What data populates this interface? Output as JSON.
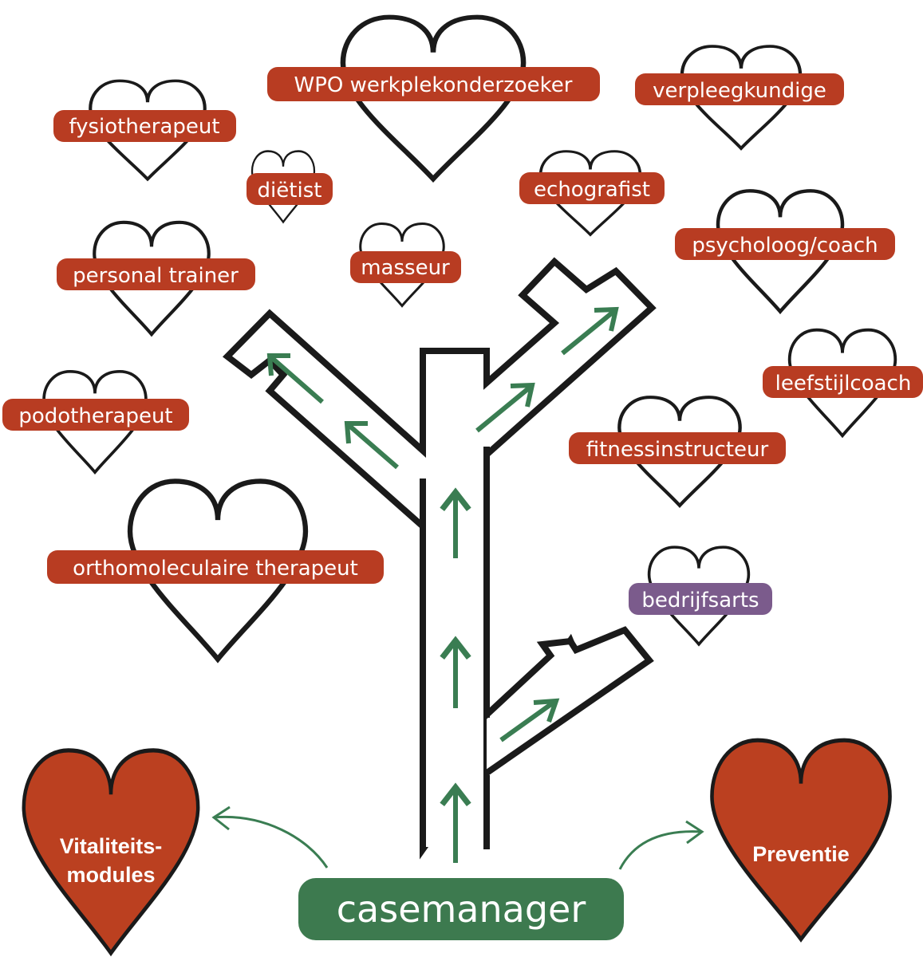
{
  "colors": {
    "tag": "#b83c22",
    "tag_alt": "#7b5b8c",
    "casemanager": "#3d7a4f",
    "arrow": "#3a7d52",
    "outline": "#1a1a1a",
    "filled_heart": "#bb4020"
  },
  "roles": [
    {
      "id": "wpo",
      "label": "WPO werkplekonderzoeker"
    },
    {
      "id": "verpleegkundige",
      "label": "verpleegkundige"
    },
    {
      "id": "fysiotherapeut",
      "label": "fysiotherapeut"
    },
    {
      "id": "dietist",
      "label": "diëtist"
    },
    {
      "id": "echografist",
      "label": "echografist"
    },
    {
      "id": "psycholoog",
      "label": "psycholoog/coach"
    },
    {
      "id": "masseur",
      "label": "masseur"
    },
    {
      "id": "personal-trainer",
      "label": "personal trainer"
    },
    {
      "id": "leefstijlcoach",
      "label": "leefstijlcoach"
    },
    {
      "id": "podotherapeut",
      "label": "podotherapeut"
    },
    {
      "id": "fitnessinstructeur",
      "label": "fitnessinstructeur"
    },
    {
      "id": "orthomoleculaire",
      "label": "orthomoleculaire therapeut"
    },
    {
      "id": "bedrijfsarts",
      "label": "bedrijfsarts"
    }
  ],
  "casemanager": {
    "label": "casemanager"
  },
  "outcomes": {
    "left": {
      "line1": "Vitaliteits-",
      "line2": "modules"
    },
    "right": {
      "label": "Preventie"
    }
  }
}
